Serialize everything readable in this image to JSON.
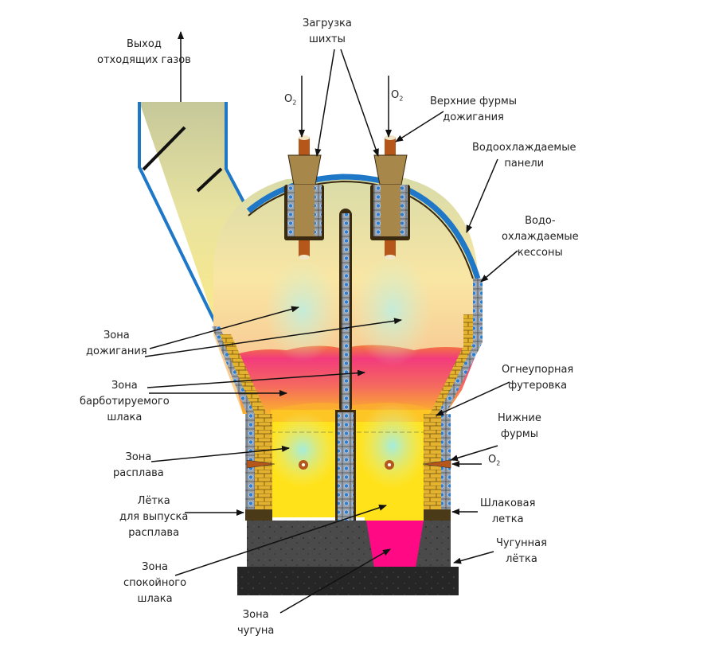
{
  "diagram": {
    "title": "Furnace with bubbled slag bath (cross-section)",
    "colors": {
      "water_cooled": "#1f77c8",
      "refractory_brick": "#e1b22c",
      "caisson": "#8a94a0",
      "lance": "#b5561a",
      "charge_hopper": "#a8874a",
      "afterburning_zone": "#f7e9a0",
      "bubbled_slag": "#f2477a",
      "melt_zone": "#ffe21a",
      "pig_iron": "#ff0a84",
      "hearth": "#3a3a3a",
      "duct_gas": "#c9c79a"
    },
    "labels": {
      "offgas_exit": [
        "Выход",
        "отходящих газов"
      ],
      "charge_loading": [
        "Загрузка",
        "шихты"
      ],
      "o2_top_left": "O",
      "o2_top_right": "O",
      "o2_bottom": "O",
      "o2_sub": "2",
      "upper_tuyeres": [
        "Верхние фурмы",
        "дожигания"
      ],
      "water_cooled_panels": [
        "Водоохлаждаемые",
        "панели"
      ],
      "water_cooled_caissons": [
        "Водо-",
        "охлаждаемые",
        "кессоны"
      ],
      "afterburning_zone": [
        "Зона",
        "дожигания"
      ],
      "bubbled_slag_zone": [
        "Зона",
        "барботируемого",
        "шлака"
      ],
      "refractory_lining": [
        "Огнеупорная",
        "футеровка"
      ],
      "lower_tuyeres": [
        "Нижние",
        "фурмы"
      ],
      "melt_zone": [
        "Зона",
        "расплава"
      ],
      "melt_taphole": [
        "Лётка",
        "для выпуска",
        "расплава"
      ],
      "slag_taphole": [
        "Шлаковая",
        "летка"
      ],
      "quiet_slag_zone": [
        "Зона",
        "спокойного",
        "шлака"
      ],
      "iron_taphole": [
        "Чугунная",
        "лётка"
      ],
      "iron_zone": [
        "Зона",
        "чугуна"
      ]
    }
  }
}
